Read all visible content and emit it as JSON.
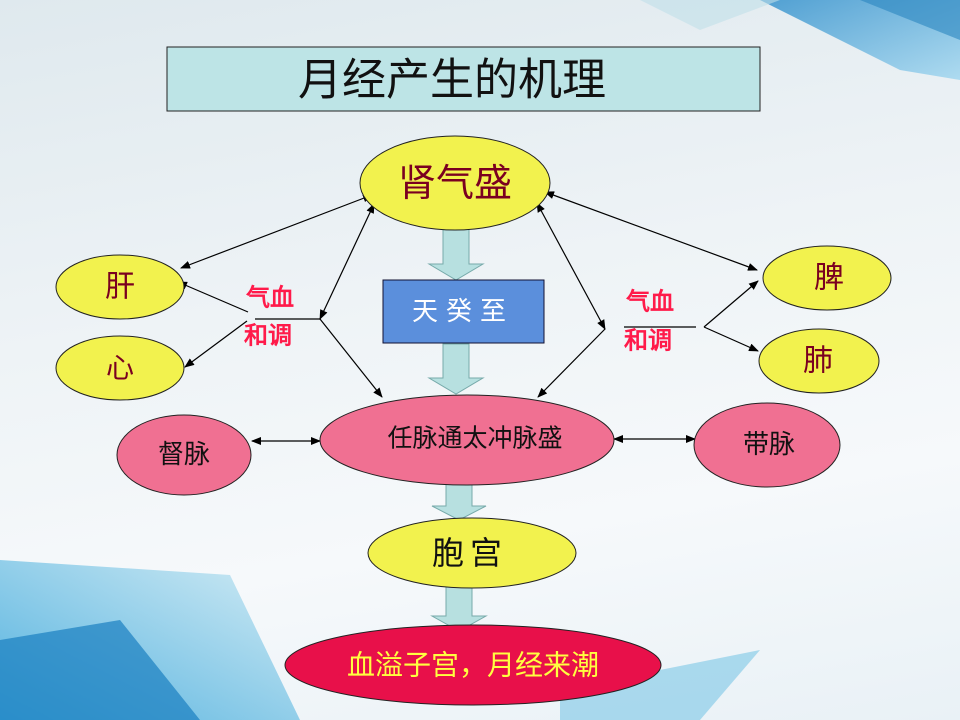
{
  "title": "月经产生的机理",
  "nodes": {
    "kidney": "肾气盛",
    "liver": "肝",
    "heart": "心",
    "spleen": "脾",
    "lung": "肺",
    "tiangui": "天癸至",
    "renchong": "任脉通太冲脉盛",
    "du": "督脉",
    "dai": "带脉",
    "uterus": "胞宫",
    "menses": "血溢子宫，月经来潮"
  },
  "labels": {
    "left_top": "气血",
    "left_bottom": "和调",
    "right_top": "气血",
    "right_bottom": "和调"
  },
  "colors": {
    "yellow_node": "#f2f24e",
    "pink_node": "#f07092",
    "blue_box": "#5b8fdc",
    "final_node": "#e8104a",
    "block_arrow": "#b7e0e0",
    "label_red": "#ff1a4a",
    "node_text": "#7a0020"
  }
}
